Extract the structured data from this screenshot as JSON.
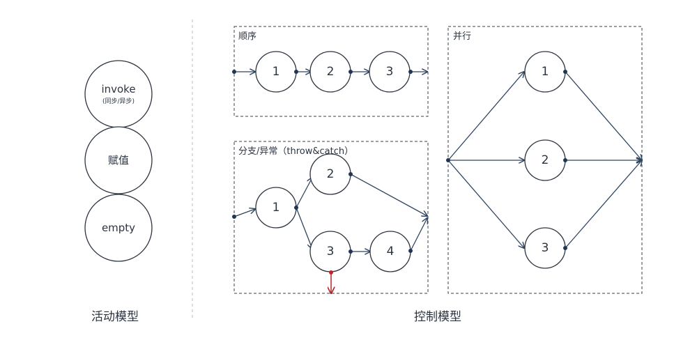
{
  "activity_model": {
    "caption": "活动模型",
    "items": [
      {
        "label": "invoke",
        "sublabel": "(同步/异步)"
      },
      {
        "label": "赋值"
      },
      {
        "label": "empty"
      }
    ]
  },
  "control_model": {
    "caption": "控制模型",
    "sequence": {
      "title": "顺序",
      "nodes": [
        "1",
        "2",
        "3"
      ]
    },
    "branch": {
      "title": "分支/异常（throw&catch）",
      "nodes": [
        "1",
        "2",
        "3",
        "4"
      ]
    },
    "parallel": {
      "title": "并行",
      "nodes": [
        "1",
        "2",
        "3"
      ]
    }
  },
  "colors": {
    "node_stroke": "#2c3440",
    "edge": "#2f4560",
    "exception_edge": "#c0262b"
  }
}
